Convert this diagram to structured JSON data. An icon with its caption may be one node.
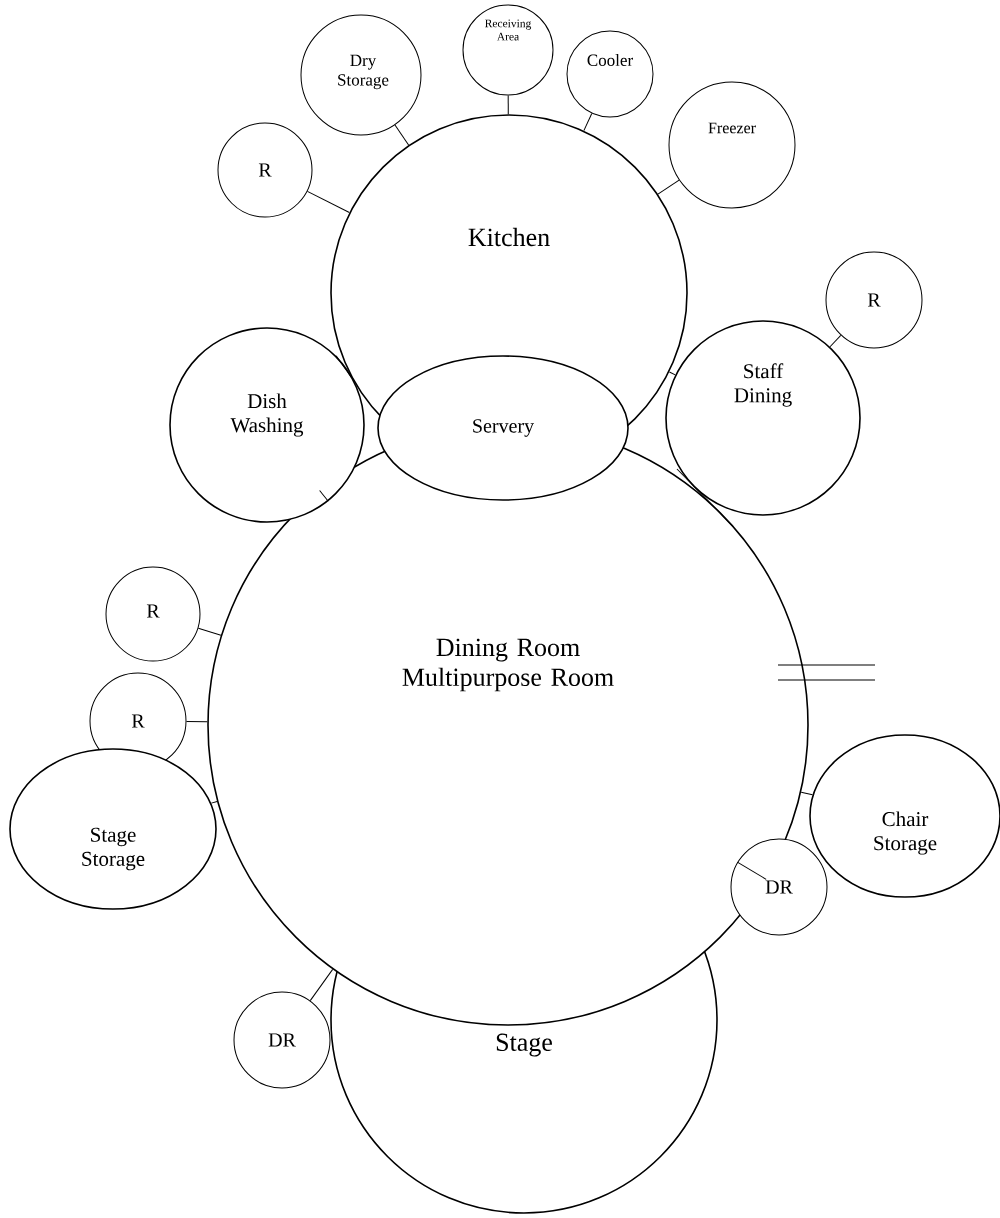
{
  "diagram": {
    "nodes": [
      {
        "text": [
          "Kitchen"
        ]
      },
      {
        "text": [
          "Dry Storage"
        ]
      },
      {
        "text": [
          "Receiving Area"
        ]
      },
      {
        "text": [
          "Cooler"
        ]
      },
      {
        "text": [
          "Freezer"
        ]
      },
      {
        "text": [
          "R"
        ]
      },
      {
        "text": [
          "R"
        ]
      },
      {
        "text": [
          "Staff Dining"
        ]
      },
      {
        "text": [
          "Dish Washing"
        ]
      },
      {
        "text": [
          "Servery"
        ]
      },
      {
        "text": [
          "Dining Room",
          "Multipurpose Room"
        ]
      },
      {
        "text": [
          "R"
        ]
      },
      {
        "text": [
          "R"
        ]
      },
      {
        "text": [
          "Stage Storage"
        ]
      },
      {
        "text": [
          "Chair Storage"
        ]
      },
      {
        "text": [
          "DR"
        ]
      },
      {
        "text": [
          "DR"
        ]
      },
      {
        "text": [
          "Stage"
        ]
      }
    ],
    "edges": [
      {
        "from": 1,
        "to": 0,
        "arrow": "none"
      },
      {
        "from": 2,
        "to": 0,
        "arrow": "none"
      },
      {
        "from": 3,
        "to": 0,
        "arrow": "none"
      },
      {
        "from": 4,
        "to": 0,
        "arrow": "none"
      },
      {
        "from": 5,
        "to": 0,
        "arrow": "none"
      },
      {
        "from": 0,
        "to": 7,
        "arrow": "none"
      },
      {
        "from": 6,
        "to": 7,
        "arrow": "none"
      },
      {
        "from": 8,
        "to": 0,
        "arrow": "none"
      },
      {
        "from": 7,
        "to": 10,
        "arrow": "none"
      },
      {
        "from": 8,
        "to": 10,
        "arrow": "none"
      },
      {
        "from": 11,
        "to": 10,
        "arrow": "none"
      },
      {
        "from": 12,
        "to": 10,
        "arrow": "none"
      },
      {
        "from": 13,
        "to": 10,
        "arrow": "none"
      },
      {
        "from": 14,
        "to": 10,
        "arrow": "none"
      },
      {
        "from": 15,
        "to": 10,
        "arrow": "none"
      },
      {
        "from": 16,
        "to": 10,
        "arrow": "none"
      }
    ]
  }
}
